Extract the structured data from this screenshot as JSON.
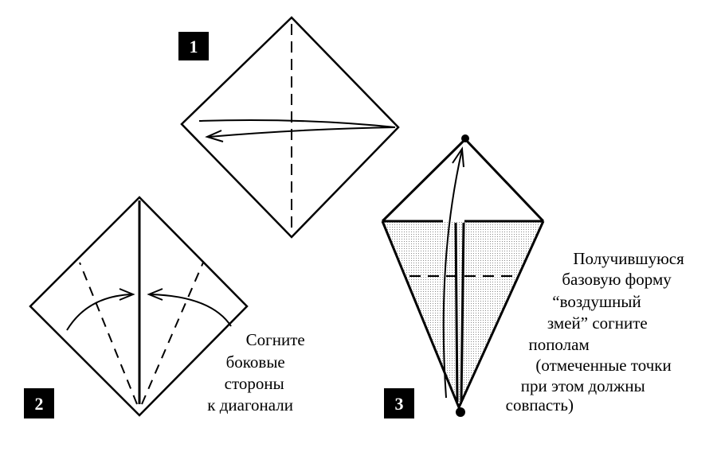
{
  "steps": [
    {
      "number": "1",
      "caption": []
    },
    {
      "number": "2",
      "caption": [
        "Согните",
        "боковые",
        "стороны",
        "к диагонали"
      ]
    },
    {
      "number": "3",
      "caption": [
        "Получившуюся",
        "базовую форму",
        "“воздушный",
        "змей” согните",
        "пополам",
        "(отмеченные точки",
        "при этом должны",
        "совпасть)"
      ]
    }
  ],
  "colors": {
    "ink": "#000000",
    "paper": "#ffffff",
    "shade": "#d8d8d8"
  }
}
